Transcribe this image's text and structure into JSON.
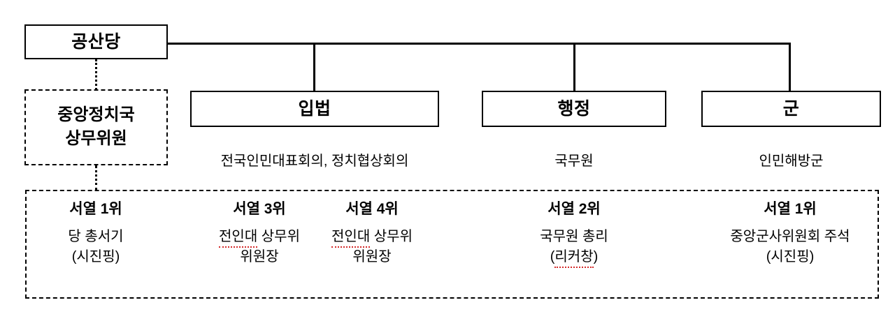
{
  "diagram": {
    "title_node": {
      "label": "공산당"
    },
    "politburo": {
      "line1": "중앙정치국",
      "line2": "상무위원"
    },
    "branches": [
      {
        "label": "입법",
        "caption": "전국인민대표회의, 정치협상회의"
      },
      {
        "label": "행정",
        "caption": "국무원"
      },
      {
        "label": "군",
        "caption": "인민해방군"
      }
    ],
    "ranks": [
      {
        "rank": "서열 1위",
        "line1": "당 총서기",
        "line1_misspelled": false,
        "line2": "(시진핑)",
        "line2_misspelled": false
      },
      {
        "rank": "서열 3위",
        "line1": "전인대 상무위",
        "line1_misspelled": true,
        "line1_misspelled_part": "전인대",
        "line2": "위원장",
        "line2_misspelled": false
      },
      {
        "rank": "서열 4위",
        "line1": "전인대 상무위",
        "line1_misspelled": true,
        "line1_misspelled_part": "전인대",
        "line2": "위원장",
        "line2_misspelled": false
      },
      {
        "rank": "서열 2위",
        "line1": "국무원 총리",
        "line1_misspelled": false,
        "line2": "(리커창)",
        "line2_misspelled": true,
        "line2_misspelled_part": "리커창"
      },
      {
        "rank": "서열 1위",
        "line1": "중앙군사위원회 주석",
        "line1_misspelled": false,
        "line2": "(시진핑)",
        "line2_misspelled": false
      }
    ],
    "colors": {
      "stroke": "#000000",
      "background": "#ffffff",
      "spellcheck_underline": "#d42a2a"
    }
  }
}
